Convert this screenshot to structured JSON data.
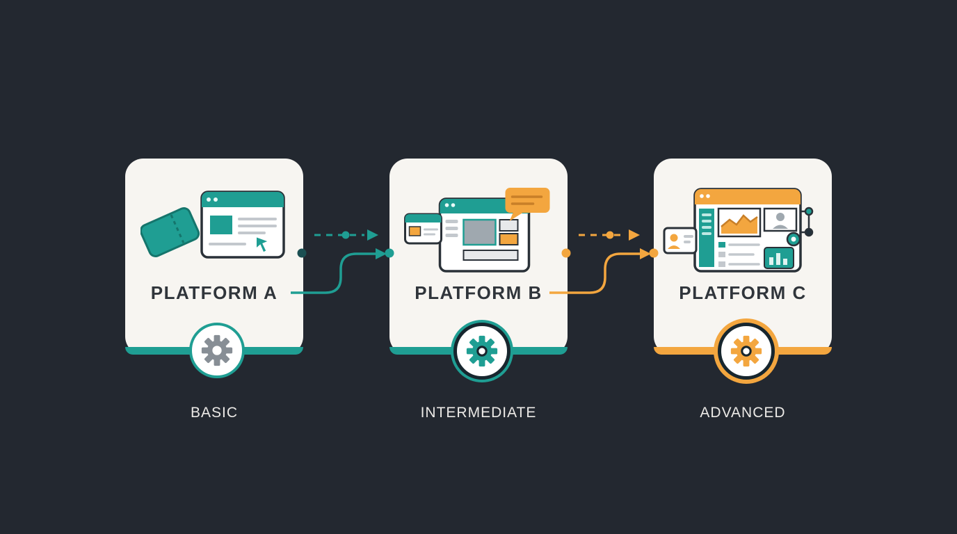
{
  "cards": [
    {
      "title": "PLATFORM A",
      "level": "BASIC",
      "accent_color": "#1f9e93",
      "icons": [
        "ticket-icon",
        "browser-window-icon",
        "cursor-arrow-icon",
        "gear-icon"
      ]
    },
    {
      "title": "PLATFORM B",
      "level": "INTERMEDIATE",
      "accent_color": "#1f9e93",
      "icons": [
        "browser-window-icon",
        "chat-bubble-icon",
        "mini-window-icon",
        "gear-icon"
      ]
    },
    {
      "title": "PLATFORM C",
      "level": "ADVANCED",
      "accent_color": "#f3a63f",
      "icons": [
        "dashboard-window-icon",
        "area-chart-icon",
        "avatar-icon",
        "bar-chart-icon",
        "user-card-icon",
        "mini-gear-icon",
        "node-dots-icon",
        "gear-icon"
      ]
    }
  ],
  "connectors": [
    {
      "from": "PLATFORM A",
      "to": "PLATFORM B",
      "style": "dashed-arrow",
      "color": "#1f9e93"
    },
    {
      "from": "PLATFORM A",
      "to": "PLATFORM B",
      "style": "elbow-arrow",
      "color": "#1f9e93"
    },
    {
      "from": "PLATFORM B",
      "to": "PLATFORM C",
      "style": "dashed-arrow",
      "color": "#f3a63f"
    },
    {
      "from": "PLATFORM B",
      "to": "PLATFORM C",
      "style": "elbow-arrow",
      "color": "#f3a63f"
    }
  ],
  "colors": {
    "background": "#232830",
    "card": "#f7f5f1",
    "teal": "#1f9e93",
    "orange": "#f3a63f",
    "dark_outline": "#2a3138",
    "title_text": "#30353b",
    "level_text": "#eceae7"
  }
}
